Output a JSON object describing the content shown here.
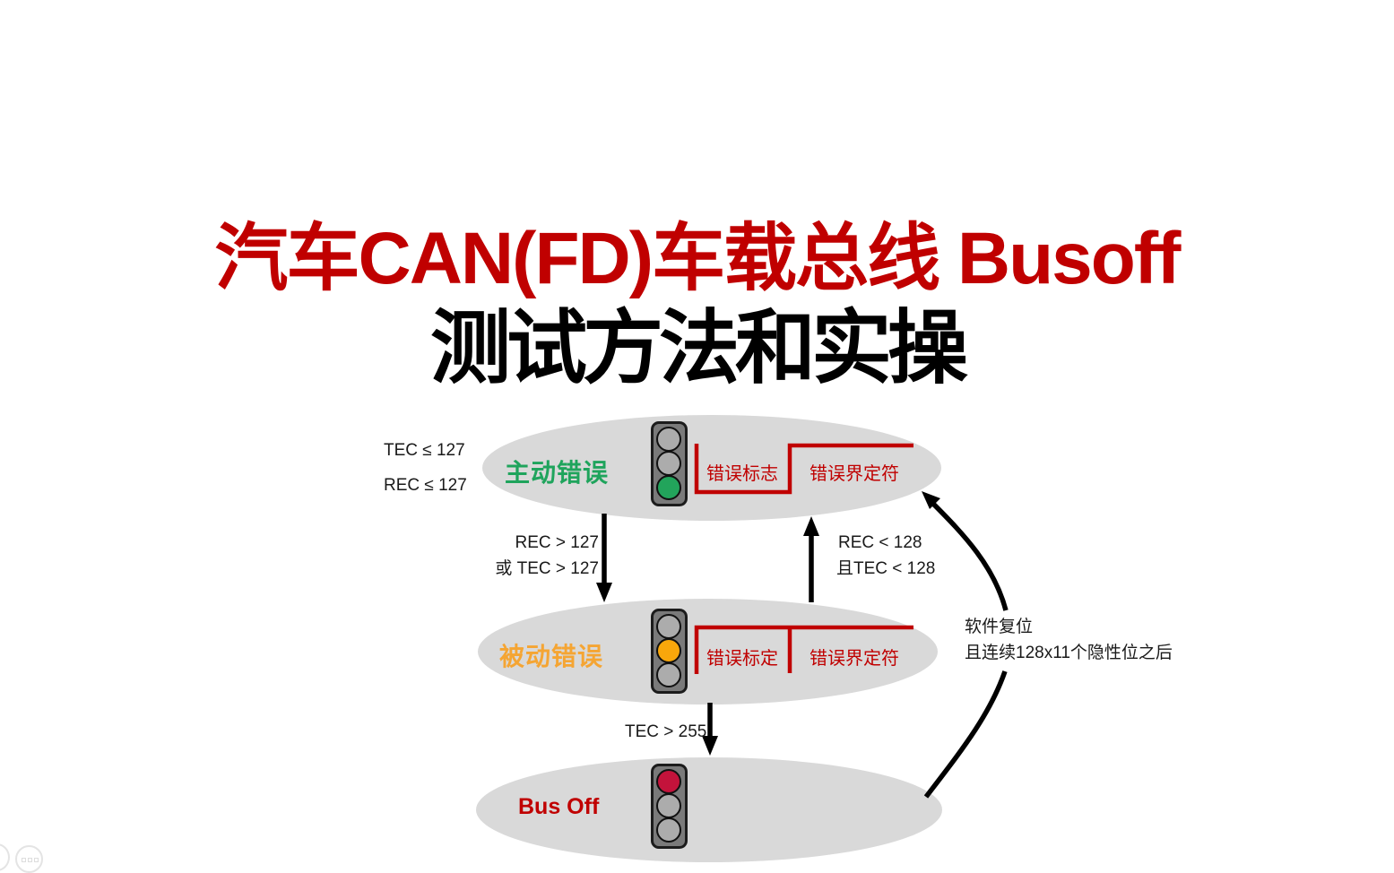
{
  "title": {
    "line1": "汽车CAN(FD)车载总线 Busoff",
    "line2": "测试方法和实操",
    "line1_color": "#C00000",
    "line2_color": "#000000"
  },
  "diagram": {
    "entry_condition": {
      "line1": "TEC ≤ 127",
      "line2": "REC ≤ 127"
    },
    "states": [
      {
        "id": "active-error",
        "label": "主动错误",
        "label_color": "#1FA45C",
        "light": "green-bottom",
        "wave": {
          "segment1": "错误标志",
          "segment2": "错误界定符"
        }
      },
      {
        "id": "passive-error",
        "label": "被动错误",
        "label_color": "#F5A533",
        "light": "amber-middle",
        "wave": {
          "segment1": "错误标定",
          "segment2": "错误界定符"
        }
      },
      {
        "id": "bus-off",
        "label": "Bus Off",
        "label_color": "#C00000",
        "light": "red-top"
      }
    ],
    "transitions": [
      {
        "id": "active-to-passive",
        "line1": "REC > 127",
        "line2": "或 TEC > 127"
      },
      {
        "id": "passive-to-active",
        "line1": "REC < 128",
        "line2": "且TEC < 128"
      },
      {
        "id": "passive-to-busoff",
        "line1": "TEC > 255"
      },
      {
        "id": "busoff-recovery",
        "line1": "软件复位",
        "line2": "且连续128x11个隐性位之后"
      }
    ],
    "colors": {
      "ellipse_fill": "#D9D9D9",
      "waveform_red": "#C00000",
      "arrow_black": "#000000",
      "light_green": "#22A45B",
      "light_amber": "#F9A70B",
      "light_red": "#C3133B",
      "light_off": "#ACACAC",
      "light_body": "#7A7A7A"
    }
  },
  "watermark": {
    "left_icon": "partial-circle-icon",
    "right_icon": "chat-bubble-dots-icon"
  }
}
